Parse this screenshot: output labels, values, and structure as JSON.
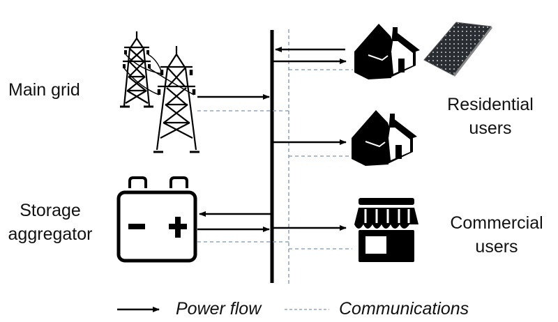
{
  "nodes": {
    "main_grid": {
      "label": "Main grid",
      "icon": "transmission-tower-icon"
    },
    "storage": {
      "label_line1": "Storage",
      "label_line2": "aggregator",
      "icon": "battery-icon",
      "minus": "−",
      "plus": "+"
    },
    "residential": {
      "label_line1": "Residential",
      "label_line2": "users",
      "icons": [
        "house-icon",
        "house-icon",
        "solar-panel-icon"
      ]
    },
    "commercial": {
      "label_line1": "Commercial",
      "label_line2": "users",
      "icon": "storefront-icon"
    }
  },
  "connections": [
    {
      "from": "bus",
      "to": "residential-house-1",
      "type": "power"
    },
    {
      "from": "residential-house-1",
      "to": "bus",
      "type": "power"
    },
    {
      "from": "main-grid",
      "to": "bus",
      "type": "power"
    },
    {
      "from": "bus",
      "to": "residential-house-2",
      "type": "power"
    },
    {
      "from": "bus",
      "to": "storage",
      "type": "power"
    },
    {
      "from": "storage",
      "to": "bus",
      "type": "power"
    },
    {
      "from": "bus",
      "to": "commercial",
      "type": "power"
    },
    {
      "from": "main-grid",
      "to": "comm-bus",
      "type": "communication"
    },
    {
      "from": "comm-bus",
      "to": "residential-house-1",
      "type": "communication"
    },
    {
      "from": "comm-bus",
      "to": "residential-house-2",
      "type": "communication"
    },
    {
      "from": "storage",
      "to": "comm-bus",
      "type": "communication"
    },
    {
      "from": "comm-bus",
      "to": "commercial",
      "type": "communication"
    }
  ],
  "legend": {
    "power_flow": "Power flow",
    "communications": "Communications"
  },
  "colors": {
    "power_line": "#000000",
    "communication_line": "#7f93ad"
  }
}
